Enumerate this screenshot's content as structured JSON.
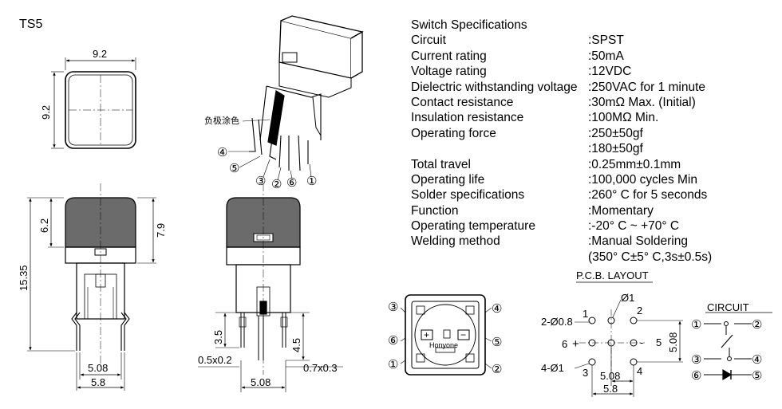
{
  "model": "TS5",
  "dims": {
    "w": "9.2",
    "h": "9.2",
    "total_h": "15.35",
    "cap_h": "6.2",
    "body_h": "7.9",
    "pitch1": "5.08",
    "pitch2": "5.8",
    "pin_len1": "3.5",
    "pin_len2": "4.5",
    "pin_a": "0.5x0.2",
    "pin_b": "0.7x0.3",
    "pitch3": "5.08"
  },
  "callouts": {
    "cathode_note": "负极涂色",
    "pins": [
      "①",
      "②",
      "③",
      "④",
      "⑤",
      "⑥"
    ]
  },
  "specs": {
    "title": "Switch Specifications",
    "rows": [
      {
        "label": "Circuit",
        "value": ":SPST"
      },
      {
        "label": "Current rating",
        "value": ":50mA"
      },
      {
        "label": "Voltage rating",
        "value": ":12VDC"
      },
      {
        "label": "Dielectric withstanding voltage",
        "value": ":250VAC for 1 minute"
      },
      {
        "label": "Contact resistance",
        "value": ":30mΩ  Max. (Initial)"
      },
      {
        "label": "Insulation resistance",
        "value": ":100MΩ  Min."
      },
      {
        "label": "Operating force",
        "value": ":250±50gf"
      },
      {
        "label": "",
        "value": ":180±50gf"
      },
      {
        "label": "Total travel",
        "value": ":0.25mm±0.1mm"
      },
      {
        "label": "Operating life",
        "value": ":100,000 cycles Min"
      },
      {
        "label": "Solder specifications",
        "value": ":260° C for 5 seconds"
      },
      {
        "label": "Function",
        "value": ":Momentary"
      },
      {
        "label": "Operating temperature",
        "value": ":-20° C ~ +70° C"
      },
      {
        "label": "Welding method",
        "value": ":Manual Soldering"
      },
      {
        "label": "",
        "value": "(350° C±5° C,3s±0.5s)"
      }
    ]
  },
  "bottom_view": {
    "brand": "Honyone",
    "minus": "−",
    "plus": "+"
  },
  "pcb": {
    "title": "P.C.B. LAYOUT",
    "d_small": "2-Ø0.8",
    "d_large": "4-Ø1",
    "d_top": "Ø1",
    "p1": "1",
    "p2": "2",
    "p3": "3",
    "p4": "4",
    "p5": "5",
    "p6": "6",
    "plus": "+",
    "minus": "-",
    "pitch_v": "5.08",
    "pitch_h1": "5.08",
    "pitch_h2": "5.8"
  },
  "circuit": {
    "title": "CIRCUIT",
    "n1": "①",
    "n2": "②",
    "n3": "③",
    "n4": "④",
    "n5": "⑤",
    "n6": "⑥"
  }
}
